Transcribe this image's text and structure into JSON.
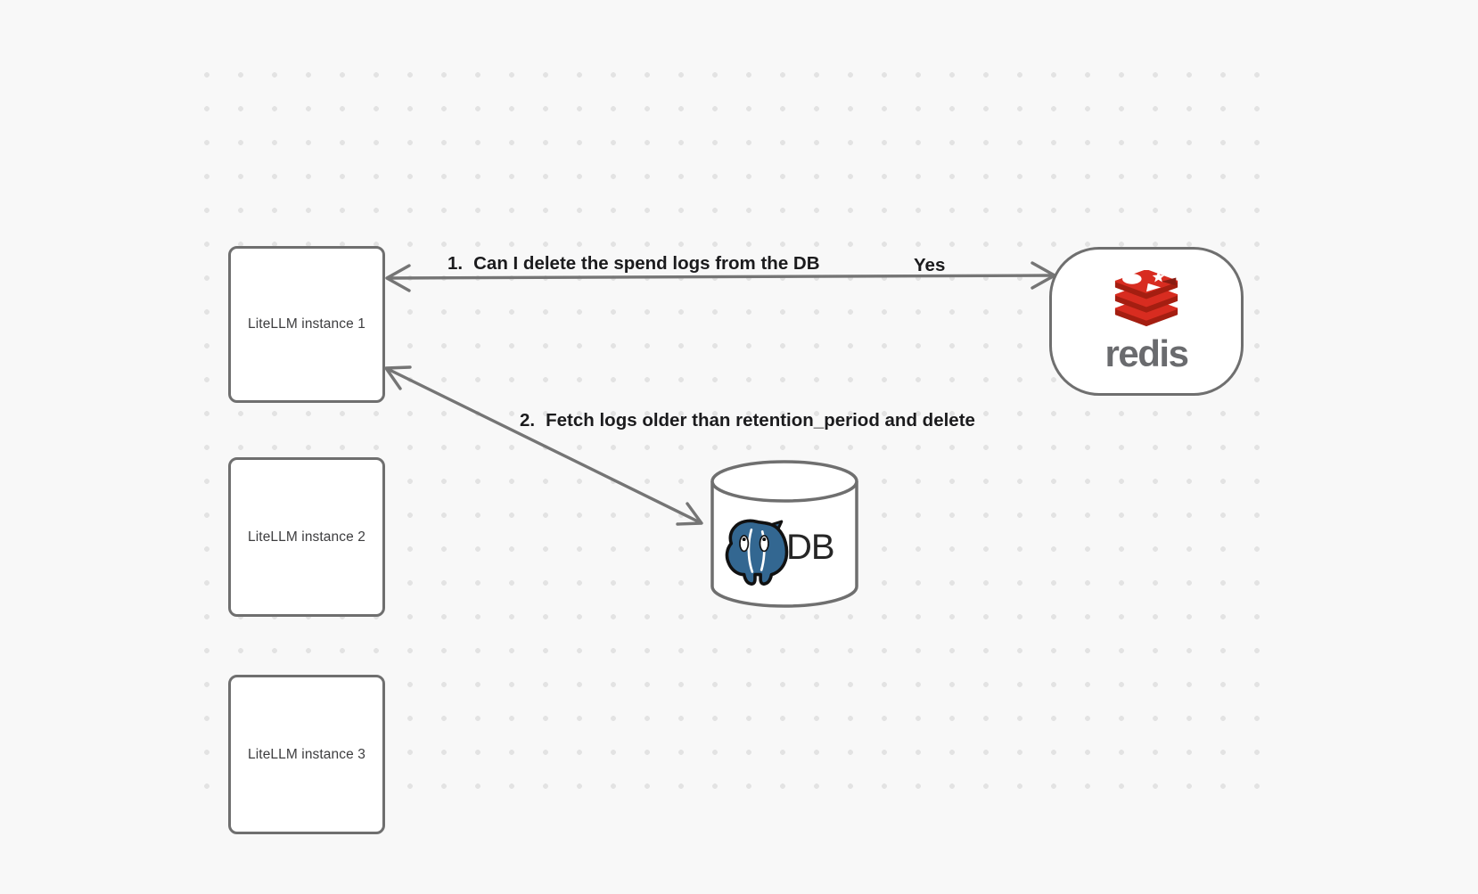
{
  "colors": {
    "background": "#f8f8f8",
    "dot_grid": "#e3e3e3",
    "node_border": "#6f6f6f",
    "arrow_stroke": "#757575",
    "label_text": "#1b1b1d",
    "box_label_text": "#3d3d3f",
    "redis_red": "#D82C20",
    "redis_red_dark": "#A41E11",
    "redis_wordmark_gray": "#6a6b6e",
    "postgres_blue": "#336791"
  },
  "nodes": {
    "instances": [
      {
        "label": "LiteLLM instance 1"
      },
      {
        "label": "LiteLLM instance 2"
      },
      {
        "label": "LiteLLM instance 3"
      }
    ],
    "redis": {
      "wordmark": "redis"
    },
    "db": {
      "label": "DB"
    }
  },
  "arrows": [
    {
      "marker": "1.",
      "label": "Can I delete the spend logs from the DB",
      "answer": "Yes"
    },
    {
      "marker": "2.",
      "label": "Fetch logs older than retention_period and delete"
    }
  ]
}
